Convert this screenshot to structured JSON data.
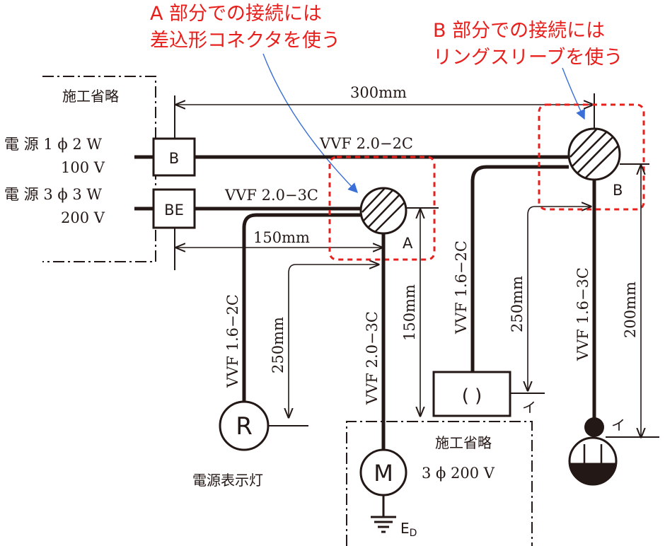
{
  "notes": {
    "a_line1": "A 部分での接続には",
    "a_line2": "差込形コネクタを使う",
    "b_line1": "B 部分での接続には",
    "b_line2": "リングスリーブを使う"
  },
  "labels": {
    "omitted_top": "施工省略",
    "omitted_bottom": "施工省略",
    "source1_line1": "電 源 1 ϕ 2 W",
    "source1_line2": "100 V",
    "source2_line1": "電 源 3 ϕ 3 W",
    "source2_line2": "200 V",
    "box_b": "B",
    "box_be": "BE",
    "cable_top": "VVF 2.0−2C",
    "cable_mid": "VVF 2.0−3C",
    "cable_left": "VVF 1.6−2C",
    "cable_down_motor": "VVF 2.0−3C",
    "cable_switch": "VVF 1.6−2C",
    "cable_lamp": "VVF 1.6−3C",
    "dim_300": "300mm",
    "dim_150_h": "150mm",
    "dim_150_v": "150mm",
    "dim_250_left": "250mm",
    "dim_250_right": "250mm",
    "dim_200": "200mm",
    "junction_a": "A",
    "junction_b": "B",
    "pilot_lamp_symbol": "R",
    "pilot_lamp_caption": "電源表示灯",
    "motor_symbol": "M",
    "motor_spec": "3 ϕ 200 V",
    "ground": "E",
    "ground_sub": "D",
    "switch_symbol": "(  )",
    "switch_tag": "イ",
    "lamp_tag": "イ"
  }
}
